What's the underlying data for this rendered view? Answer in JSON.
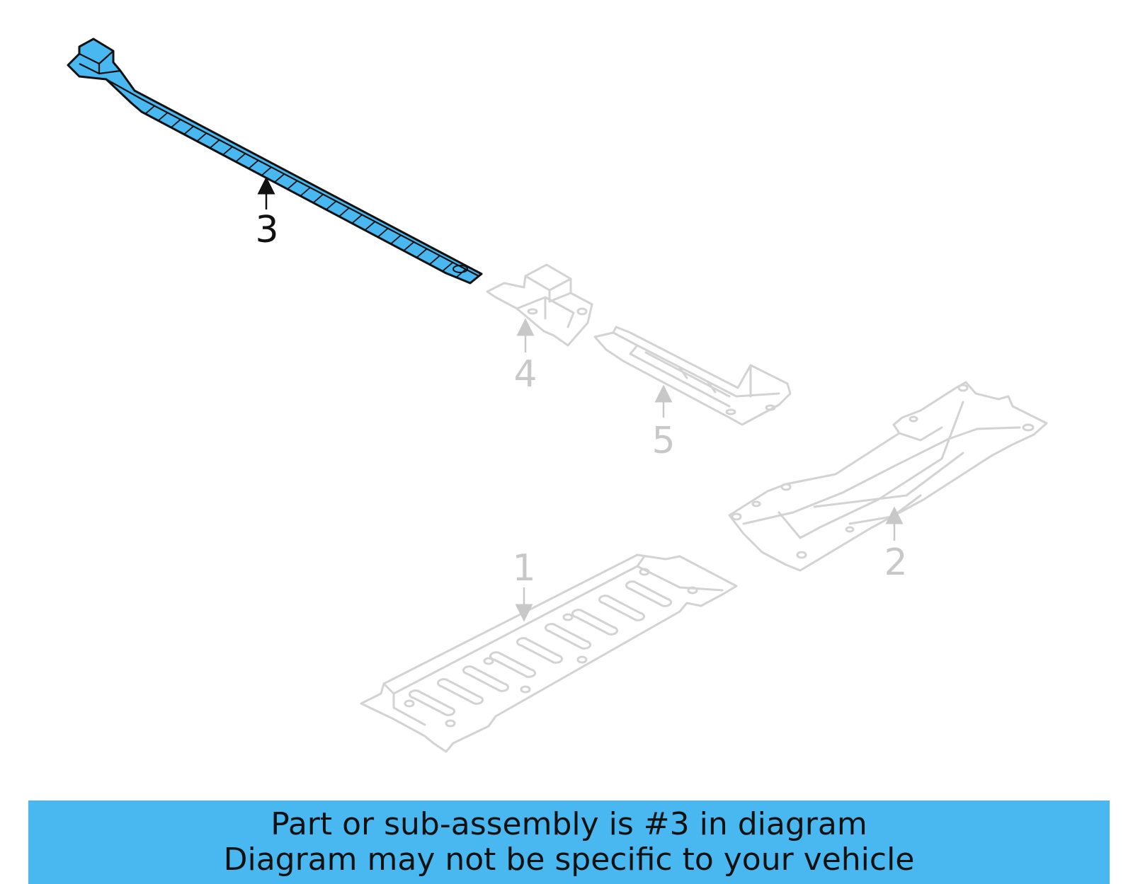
{
  "diagram": {
    "callouts": [
      {
        "id": "1",
        "label": "1",
        "highlighted": false
      },
      {
        "id": "2",
        "label": "2",
        "highlighted": false
      },
      {
        "id": "3",
        "label": "3",
        "highlighted": true
      },
      {
        "id": "4",
        "label": "4",
        "highlighted": false
      },
      {
        "id": "5",
        "label": "5",
        "highlighted": false
      }
    ],
    "highlight_color": "#4ab8f0",
    "ghost_color": "#d3d3d3"
  },
  "banner": {
    "line1": "Part or sub-assembly is #3 in diagram",
    "line2": "Diagram may not be specific to your vehicle",
    "background": "#4ab8f0"
  }
}
